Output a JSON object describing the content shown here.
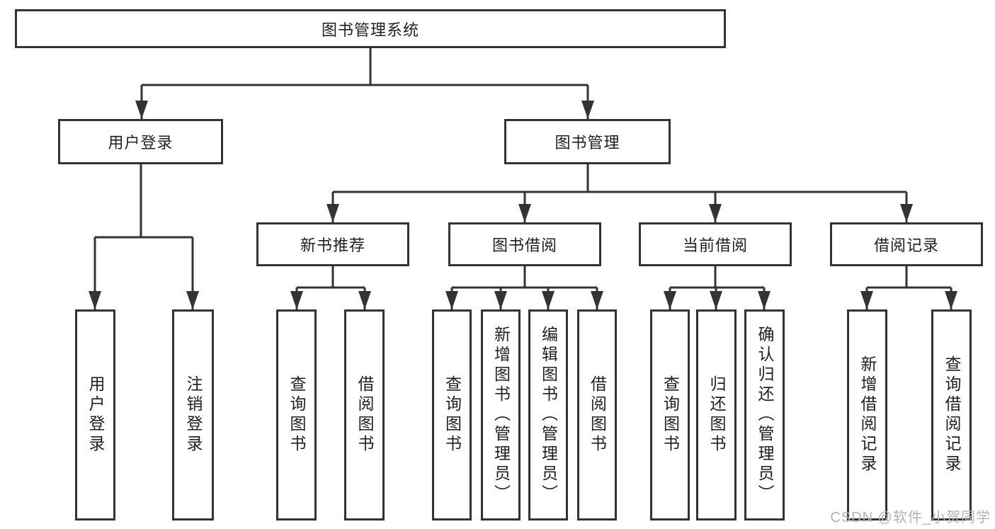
{
  "diagram": {
    "root": "图书管理系统",
    "branches": [
      {
        "label": "用户登录",
        "children": [
          "用户登录",
          "注销登录"
        ]
      },
      {
        "label": "图书管理",
        "children": [
          {
            "label": "新书推荐",
            "children": [
              "查询图书",
              "借阅图书"
            ]
          },
          {
            "label": "图书借阅",
            "children": [
              "查询图书",
              "新增图书（管理员）",
              "编辑图书（管理员）",
              "借阅图书"
            ]
          },
          {
            "label": "当前借阅",
            "children": [
              "查询图书",
              "归还图书",
              "确认归还（管理员）"
            ]
          },
          {
            "label": "借阅记录",
            "children": [
              "新增借阅记录",
              "查询借阅记录"
            ]
          }
        ]
      }
    ]
  },
  "watermark": {
    "text": "CSDN @软件_小贺同学"
  },
  "colors": {
    "line": "#333333",
    "text": "#1f1f1f",
    "watermark": "#b3b3b3",
    "background": "#ffffff"
  }
}
